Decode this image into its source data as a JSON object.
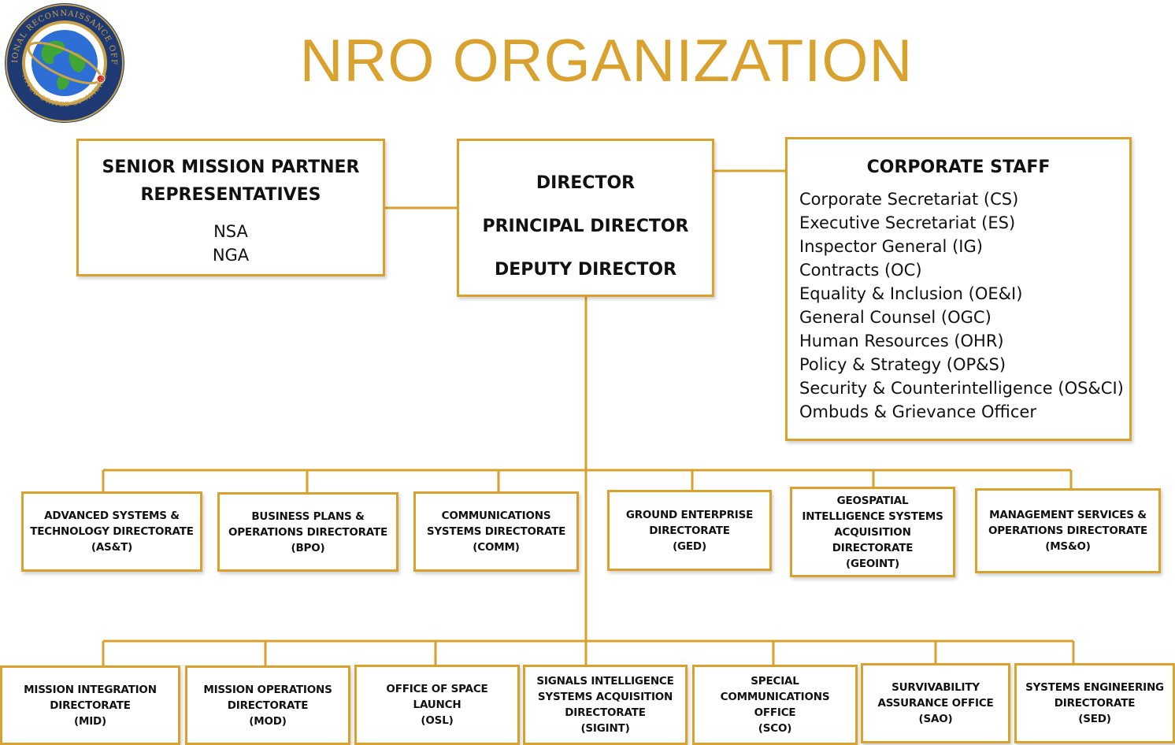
{
  "title": "NRO ORGANIZATION",
  "seal": {
    "ring_top_text": "NATIONAL RECONNAISSANCE OFFICE",
    "ring_bottom_text": "UNITED STATES OF AMERICA",
    "colors": {
      "ring": "#1F3A73",
      "gold": "#C9A24A",
      "ocean": "#2E6FD6",
      "land": "#3FA535"
    }
  },
  "colors": {
    "accent": "#D9A22F",
    "text": "#111111"
  },
  "senior_mission_partner": {
    "title_line1": "SENIOR MISSION PARTNER",
    "title_line2": "REPRESENTATIVES",
    "members": [
      "NSA",
      "NGA"
    ]
  },
  "leadership": {
    "roles": [
      "DIRECTOR",
      "PRINCIPAL DIRECTOR",
      "DEPUTY DIRECTOR"
    ]
  },
  "corporate_staff": {
    "title": "CORPORATE STAFF",
    "offices": [
      "Corporate Secretariat (CS)",
      "Executive Secretariat (ES)",
      "Inspector General (IG)",
      "Contracts (OC)",
      "Equality & Inclusion (OE&I)",
      "General Counsel (OGC)",
      "Human Resources (OHR)",
      "Policy & Strategy (OP&S)",
      "Security & Counterintelligence (OS&CI)",
      "Ombuds & Grievance Officer"
    ]
  },
  "directorates_row1": [
    {
      "lines": [
        "ADVANCED SYSTEMS &",
        "TECHNOLOGY DIRECTORATE",
        "(AS&T)"
      ]
    },
    {
      "lines": [
        "BUSINESS PLANS &",
        "OPERATIONS DIRECTORATE",
        "(BPO)"
      ]
    },
    {
      "lines": [
        "COMMUNICATIONS",
        "SYSTEMS DIRECTORATE",
        "(COMM)"
      ]
    },
    {
      "lines": [
        "GROUND ENTERPRISE",
        "DIRECTORATE",
        "(GED)"
      ]
    },
    {
      "lines": [
        "GEOSPATIAL",
        "INTELLIGENCE SYSTEMS",
        "ACQUISITION",
        "DIRECTORATE",
        "(GEOINT)"
      ]
    },
    {
      "lines": [
        "MANAGEMENT SERVICES &",
        "OPERATIONS DIRECTORATE",
        "(MS&O)"
      ]
    }
  ],
  "directorates_row2": [
    {
      "lines": [
        "MISSION INTEGRATION",
        "DIRECTORATE",
        "(MID)"
      ]
    },
    {
      "lines": [
        "MISSION OPERATIONS",
        "DIRECTORATE",
        "(MOD)"
      ]
    },
    {
      "lines": [
        "OFFICE OF SPACE",
        "LAUNCH",
        "(OSL)"
      ]
    },
    {
      "lines": [
        "SIGNALS INTELLIGENCE",
        "SYSTEMS ACQUISITION",
        "DIRECTORATE",
        "(SIGINT)"
      ]
    },
    {
      "lines": [
        "SPECIAL",
        "COMMUNICATIONS",
        "OFFICE",
        "(SCO)"
      ]
    },
    {
      "lines": [
        "SURVIVABILITY",
        "ASSURANCE OFFICE",
        "(SAO)"
      ]
    },
    {
      "lines": [
        "SYSTEMS ENGINEERING",
        "DIRECTORATE",
        "(SED)"
      ]
    }
  ]
}
